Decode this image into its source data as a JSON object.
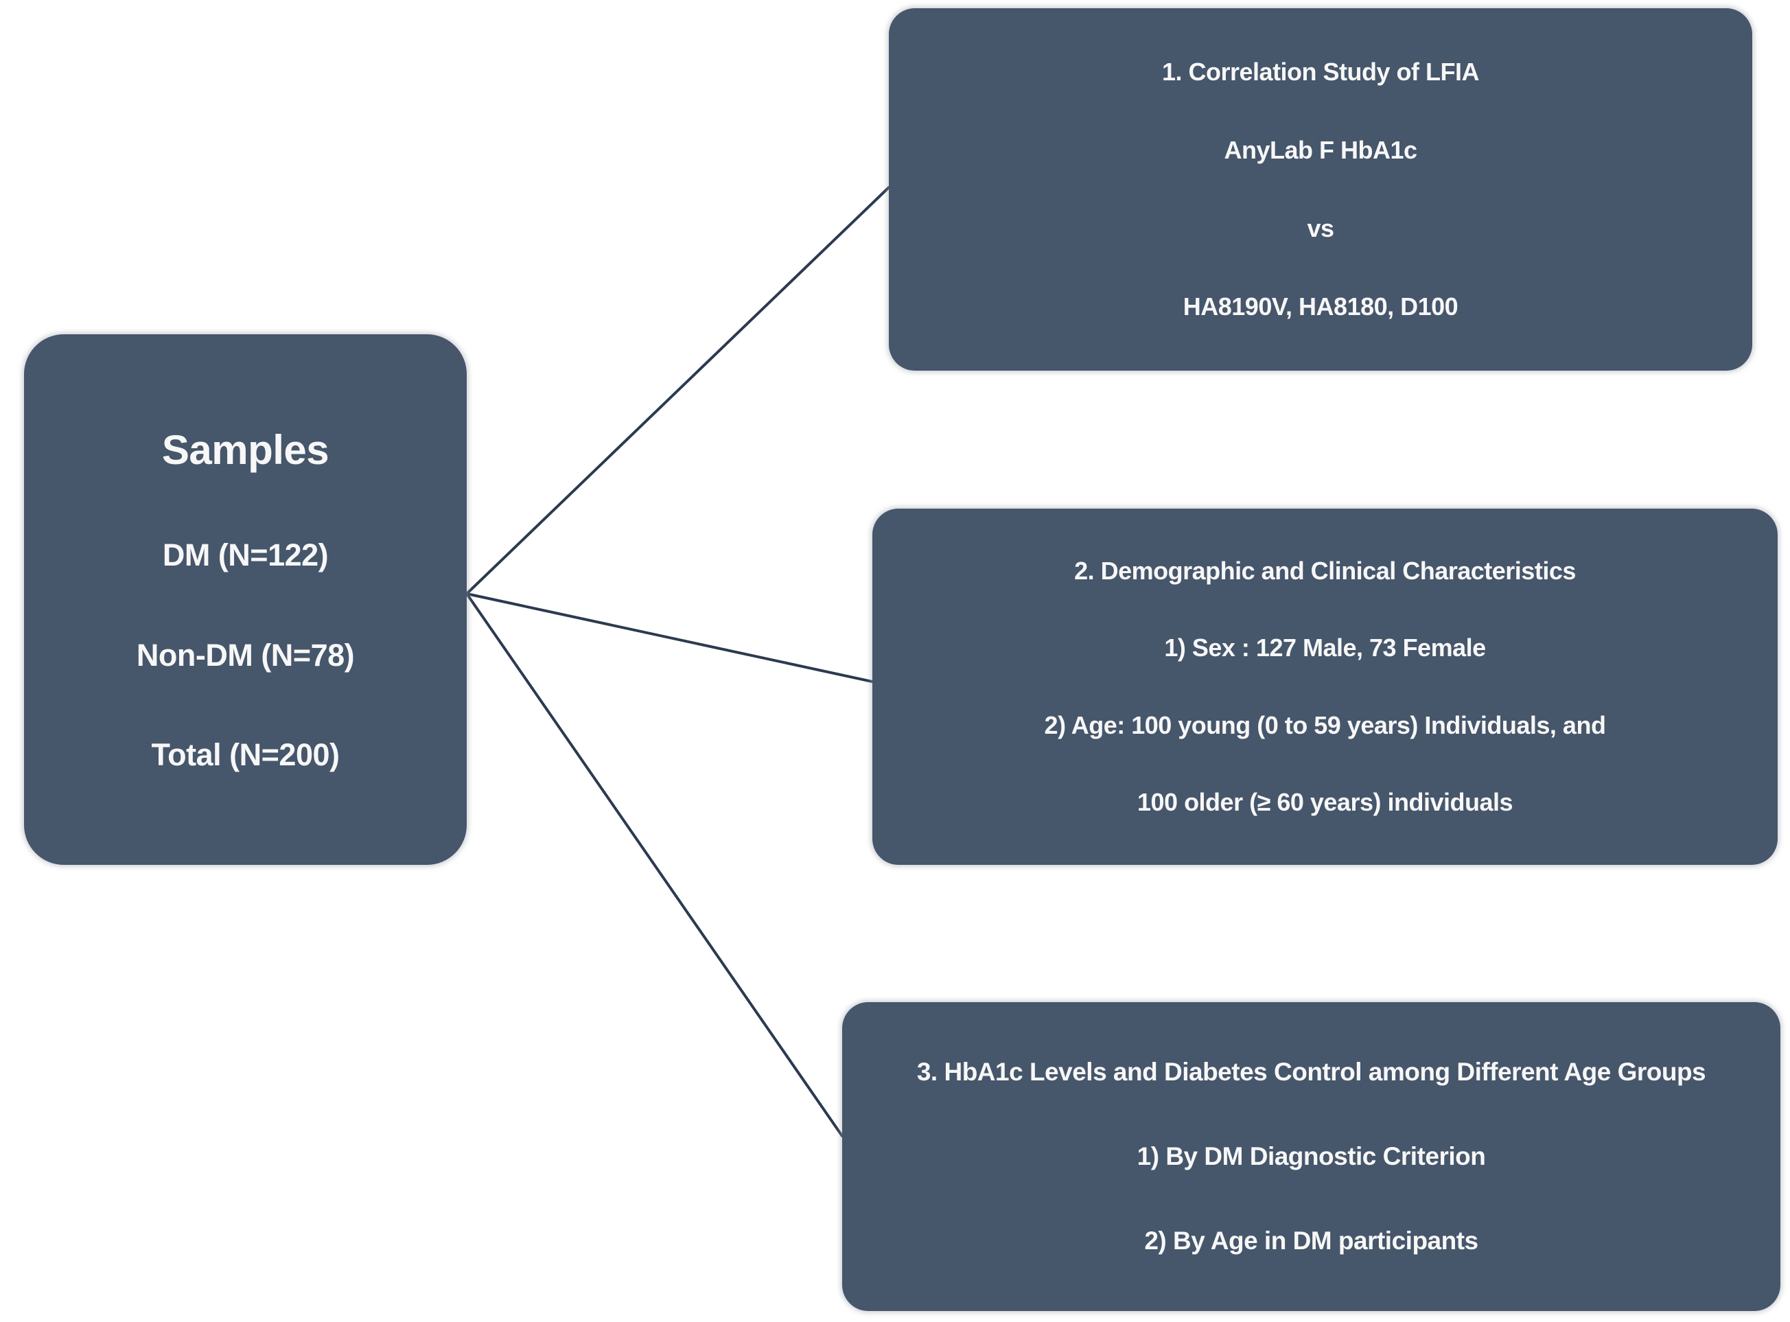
{
  "colors": {
    "node_fill": "#46566B",
    "connector": "#2C3A50",
    "text": "#F7F7F7",
    "background": "#FFFFFF"
  },
  "samples_box": {
    "title": "Samples",
    "lines": [
      "DM (N=122)",
      "Non-DM (N=78)",
      "Total (N=200)"
    ]
  },
  "branches": [
    {
      "lines": [
        "1. Correlation Study of LFIA",
        "AnyLab F HbA1c",
        "vs",
        "HA8190V, HA8180, D100"
      ]
    },
    {
      "lines": [
        "2. Demographic and Clinical Characteristics",
        "1) Sex : 127 Male, 73 Female",
        "2) Age: 100 young (0 to 59 years) Individuals, and",
        "100 older (≥ 60 years) individuals"
      ]
    },
    {
      "lines": [
        "3. HbA1c Levels and Diabetes Control among Different Age Groups",
        "1) By DM Diagnostic Criterion",
        "2) By Age in DM participants"
      ]
    }
  ]
}
